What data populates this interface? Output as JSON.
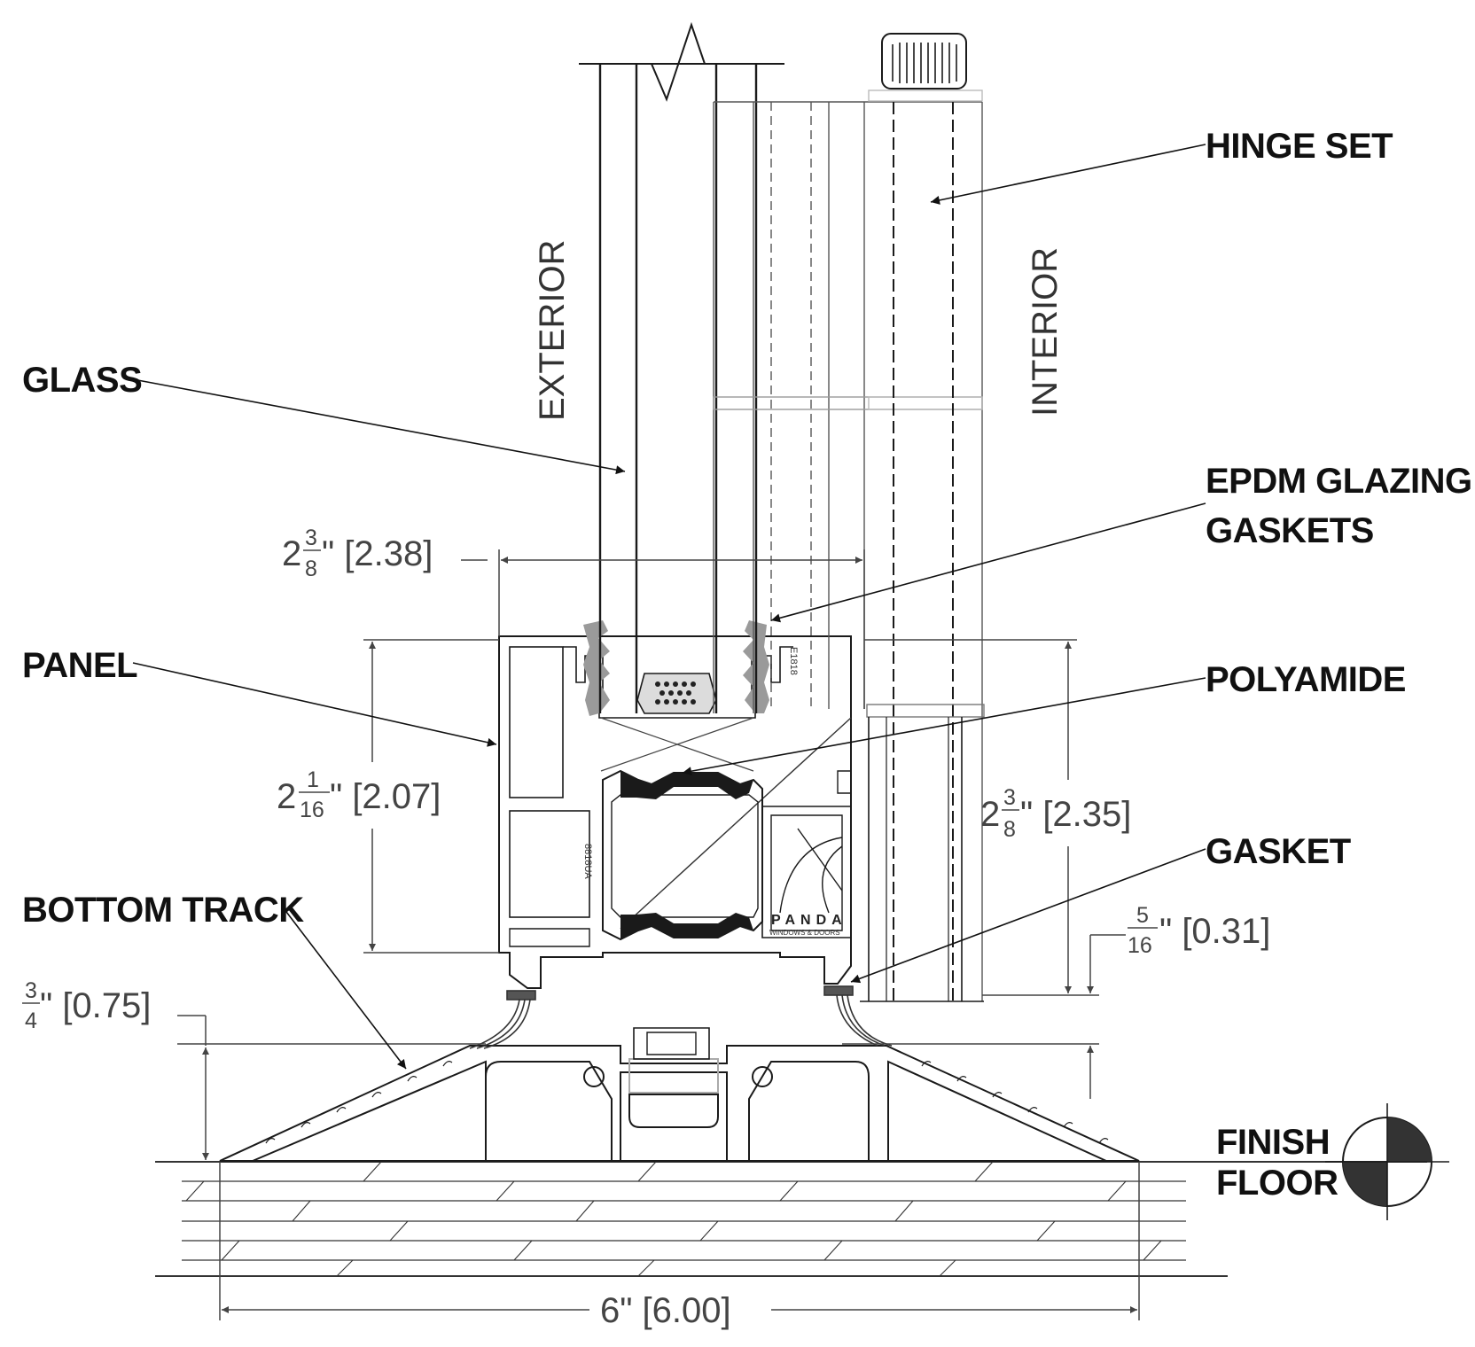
{
  "labels": {
    "hinge_set": "HINGE SET",
    "glass": "GLASS",
    "epdm_line1": "EPDM GLAZING",
    "epdm_line2": "GASKETS",
    "panel": "PANEL",
    "polyamide": "POLYAMIDE",
    "gasket": "GASKET",
    "bottom_track": "BOTTOM TRACK",
    "finish_line1": "FINISH",
    "finish_line2": "FLOOR",
    "exterior": "EXTERIOR",
    "interior": "INTERIOR"
  },
  "dimensions": {
    "top_width": {
      "whole": "2",
      "num": "3",
      "den": "8",
      "suffix": "\" [2.38]"
    },
    "panel_height": {
      "whole": "2",
      "num": "1",
      "den": "16",
      "suffix": "\" [2.07]"
    },
    "right_height": {
      "whole": "2",
      "num": "3",
      "den": "8",
      "suffix": "\" [2.35]"
    },
    "small_offset": {
      "num": "5",
      "den": "16",
      "suffix": "\" [0.31]"
    },
    "track_height": {
      "num": "3",
      "den": "4",
      "suffix": "\" [0.75]"
    },
    "overall_width": "6\" [6.00]"
  },
  "branding": {
    "logo_text": "PANDA",
    "logo_sub": "WINDOWS & DOORS",
    "part_number_1": "8818UA",
    "part_number_2": "E1818"
  },
  "colors": {
    "line": "#1a1a1a",
    "dim": "#555555",
    "gasket": "#9a9a9a",
    "polyamide": "#1a1a1a"
  }
}
